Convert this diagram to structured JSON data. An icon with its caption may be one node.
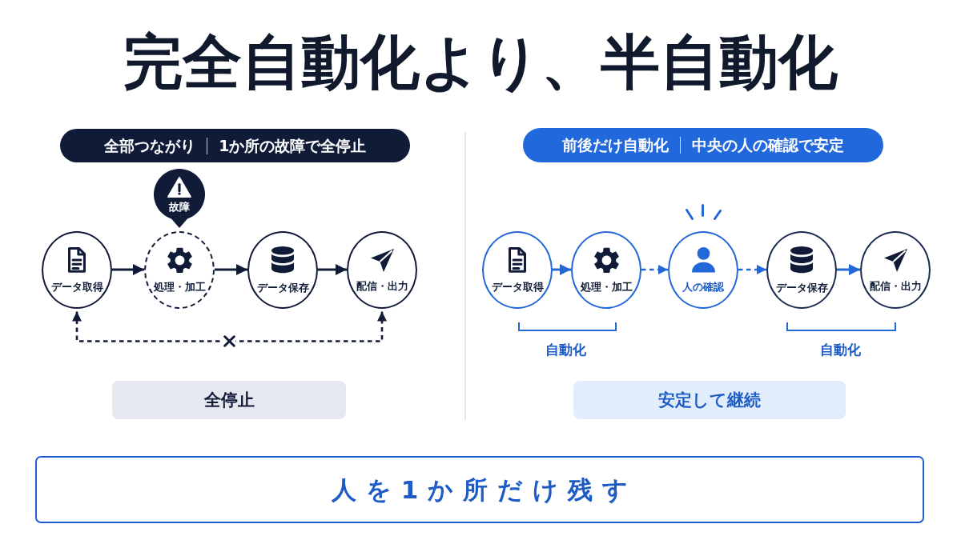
{
  "diagram": {
    "title": "完全自動化より、半自動化",
    "nodes": [
      {
        "text": [
          "全部つながり",
          "1か所の故障で全停止"
        ]
      },
      {
        "text": [
          "故障"
        ]
      },
      {
        "text": [
          "データ取得"
        ]
      },
      {
        "text": [
          "処理・加工"
        ]
      },
      {
        "text": [
          "データ保存"
        ]
      },
      {
        "text": [
          "配信・出力"
        ]
      },
      {
        "text": [
          "全停止"
        ]
      },
      {
        "text": [
          "前後だけ自動化",
          "中央の人の確認で安定"
        ]
      },
      {
        "text": [
          "データ取得"
        ]
      },
      {
        "text": [
          "処理・加工"
        ]
      },
      {
        "text": [
          "人の確認"
        ]
      },
      {
        "text": [
          "データ保存"
        ]
      },
      {
        "text": [
          "配信・出力"
        ]
      },
      {
        "text": [
          "安定して継続"
        ]
      },
      {
        "text": [
          "人を1か所だけ残す"
        ]
      }
    ],
    "edges": [
      {
        "from": 2,
        "to": 3,
        "arrow": "to"
      },
      {
        "from": 3,
        "to": 4,
        "arrow": "to"
      },
      {
        "from": 4,
        "to": 5,
        "arrow": "to"
      },
      {
        "from": 2,
        "to": 5,
        "arrow": "both",
        "style": "dashed"
      },
      {
        "from": 8,
        "to": 9,
        "arrow": "to",
        "color": "#2368d8"
      },
      {
        "from": 9,
        "to": 10,
        "arrow": "to",
        "style": "dashed",
        "color": "#2368d8"
      },
      {
        "from": 10,
        "to": 11,
        "arrow": "to",
        "style": "dashed",
        "color": "#2368d8"
      },
      {
        "from": 11,
        "to": 12,
        "arrow": "to",
        "color": "#2368d8"
      }
    ],
    "labels": [
      "自動化",
      "自動化"
    ]
  }
}
